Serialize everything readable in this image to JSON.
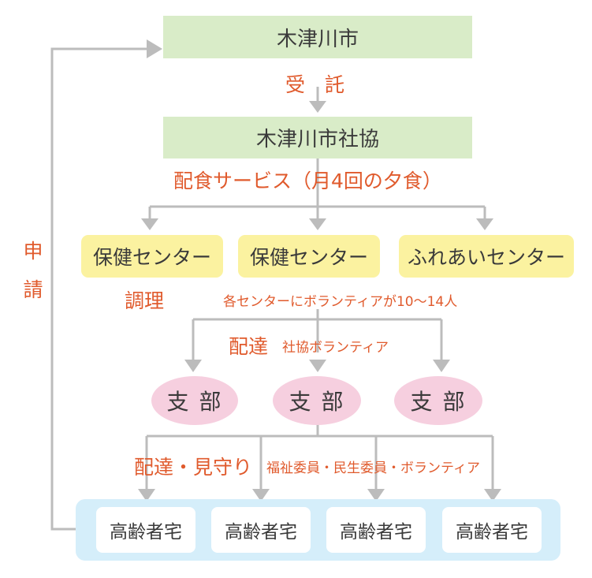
{
  "top_city": "木津川市",
  "label_consign": "受　託",
  "council": "木津川市社協",
  "meal_service": "配食サービス（月4回の夕食）",
  "centers": [
    "保健センター",
    "保健センター",
    "ふれあいセンター"
  ],
  "label_cooking": "調理",
  "volunteer_count": "各センターにボランティアが10〜14人",
  "label_delivery": "配達",
  "delivery_who": "社協ボランティア",
  "branches": [
    "支 部",
    "支 部",
    "支 部"
  ],
  "label_delivery_watch": "配達・見守り",
  "watch_who": "福祉委員・民生委員・ボランティア",
  "homes": [
    "高齢者宅",
    "高齢者宅",
    "高齢者宅",
    "高齢者宅"
  ],
  "label_apply": "申 請",
  "colors": {
    "green_box": "#d9ecc8",
    "yellow_box": "#fbf2a0",
    "pink_ellipse": "#f6cfdf",
    "blue_panel": "#d5eefa",
    "arrow_gray": "#bcbcbc",
    "label_orange": "#e05a2c"
  }
}
